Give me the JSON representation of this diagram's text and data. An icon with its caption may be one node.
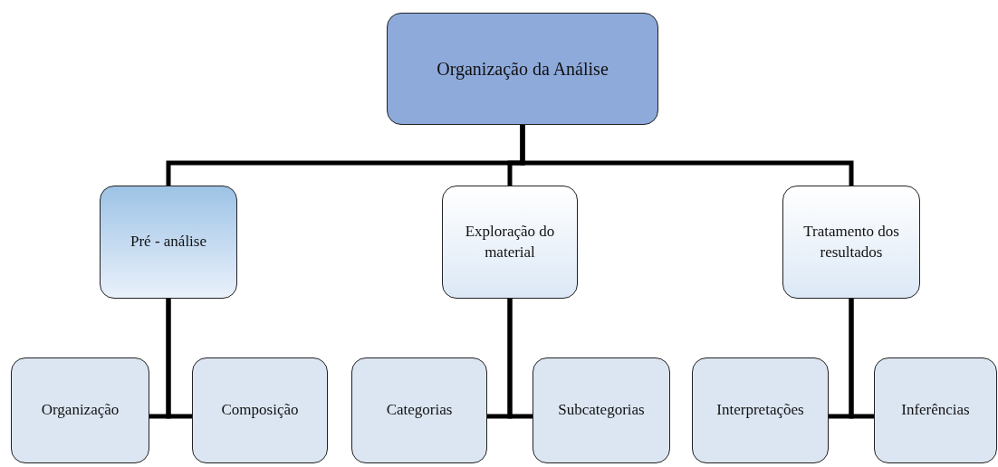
{
  "diagram": {
    "nodes": [
      {
        "text": [
          "Organização da Análise"
        ]
      },
      {
        "text": [
          "Pré - análise"
        ]
      },
      {
        "text": [
          "Exploração do material"
        ]
      },
      {
        "text": [
          "Tratamento dos resultados"
        ]
      },
      {
        "text": [
          "Organização"
        ]
      },
      {
        "text": [
          "Composição"
        ]
      },
      {
        "text": [
          "Categorias"
        ]
      },
      {
        "text": [
          "Subcategorias"
        ]
      },
      {
        "text": [
          "Interpretações"
        ]
      },
      {
        "text": [
          "Inferências"
        ]
      }
    ],
    "edges": [
      {
        "from": 0,
        "to": 1,
        "arrow": "none"
      },
      {
        "from": 0,
        "to": 2,
        "arrow": "none"
      },
      {
        "from": 0,
        "to": 3,
        "arrow": "none"
      },
      {
        "from": 1,
        "to": 4,
        "arrow": "none"
      },
      {
        "from": 1,
        "to": 5,
        "arrow": "none"
      },
      {
        "from": 2,
        "to": 6,
        "arrow": "none"
      },
      {
        "from": 2,
        "to": 7,
        "arrow": "none"
      },
      {
        "from": 3,
        "to": 8,
        "arrow": "none"
      },
      {
        "from": 3,
        "to": 9,
        "arrow": "none"
      }
    ]
  }
}
